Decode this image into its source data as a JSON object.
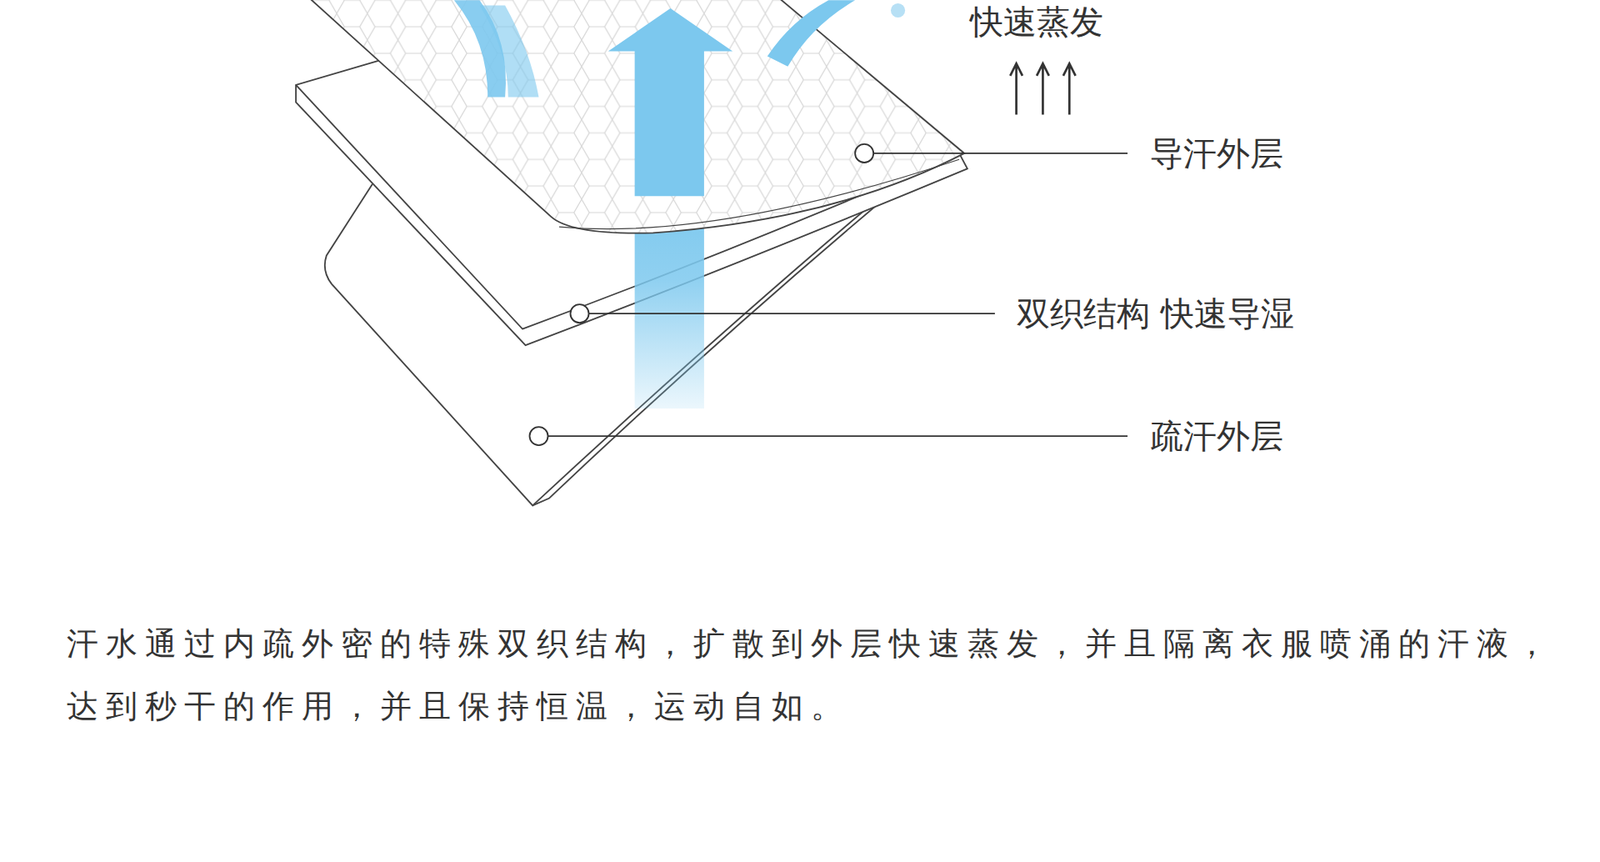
{
  "diagram": {
    "caption": "汗水通过内疏外密的特殊双织结构，扩散到外层快速蒸发，并且隔离衣服喷涌的汗液，达到秒干的作用，并且保持恒温，运动自如。",
    "labels": [
      "快速蒸发",
      "导汗外层",
      "双织结构 快速导湿",
      "疏汗外层"
    ]
  }
}
